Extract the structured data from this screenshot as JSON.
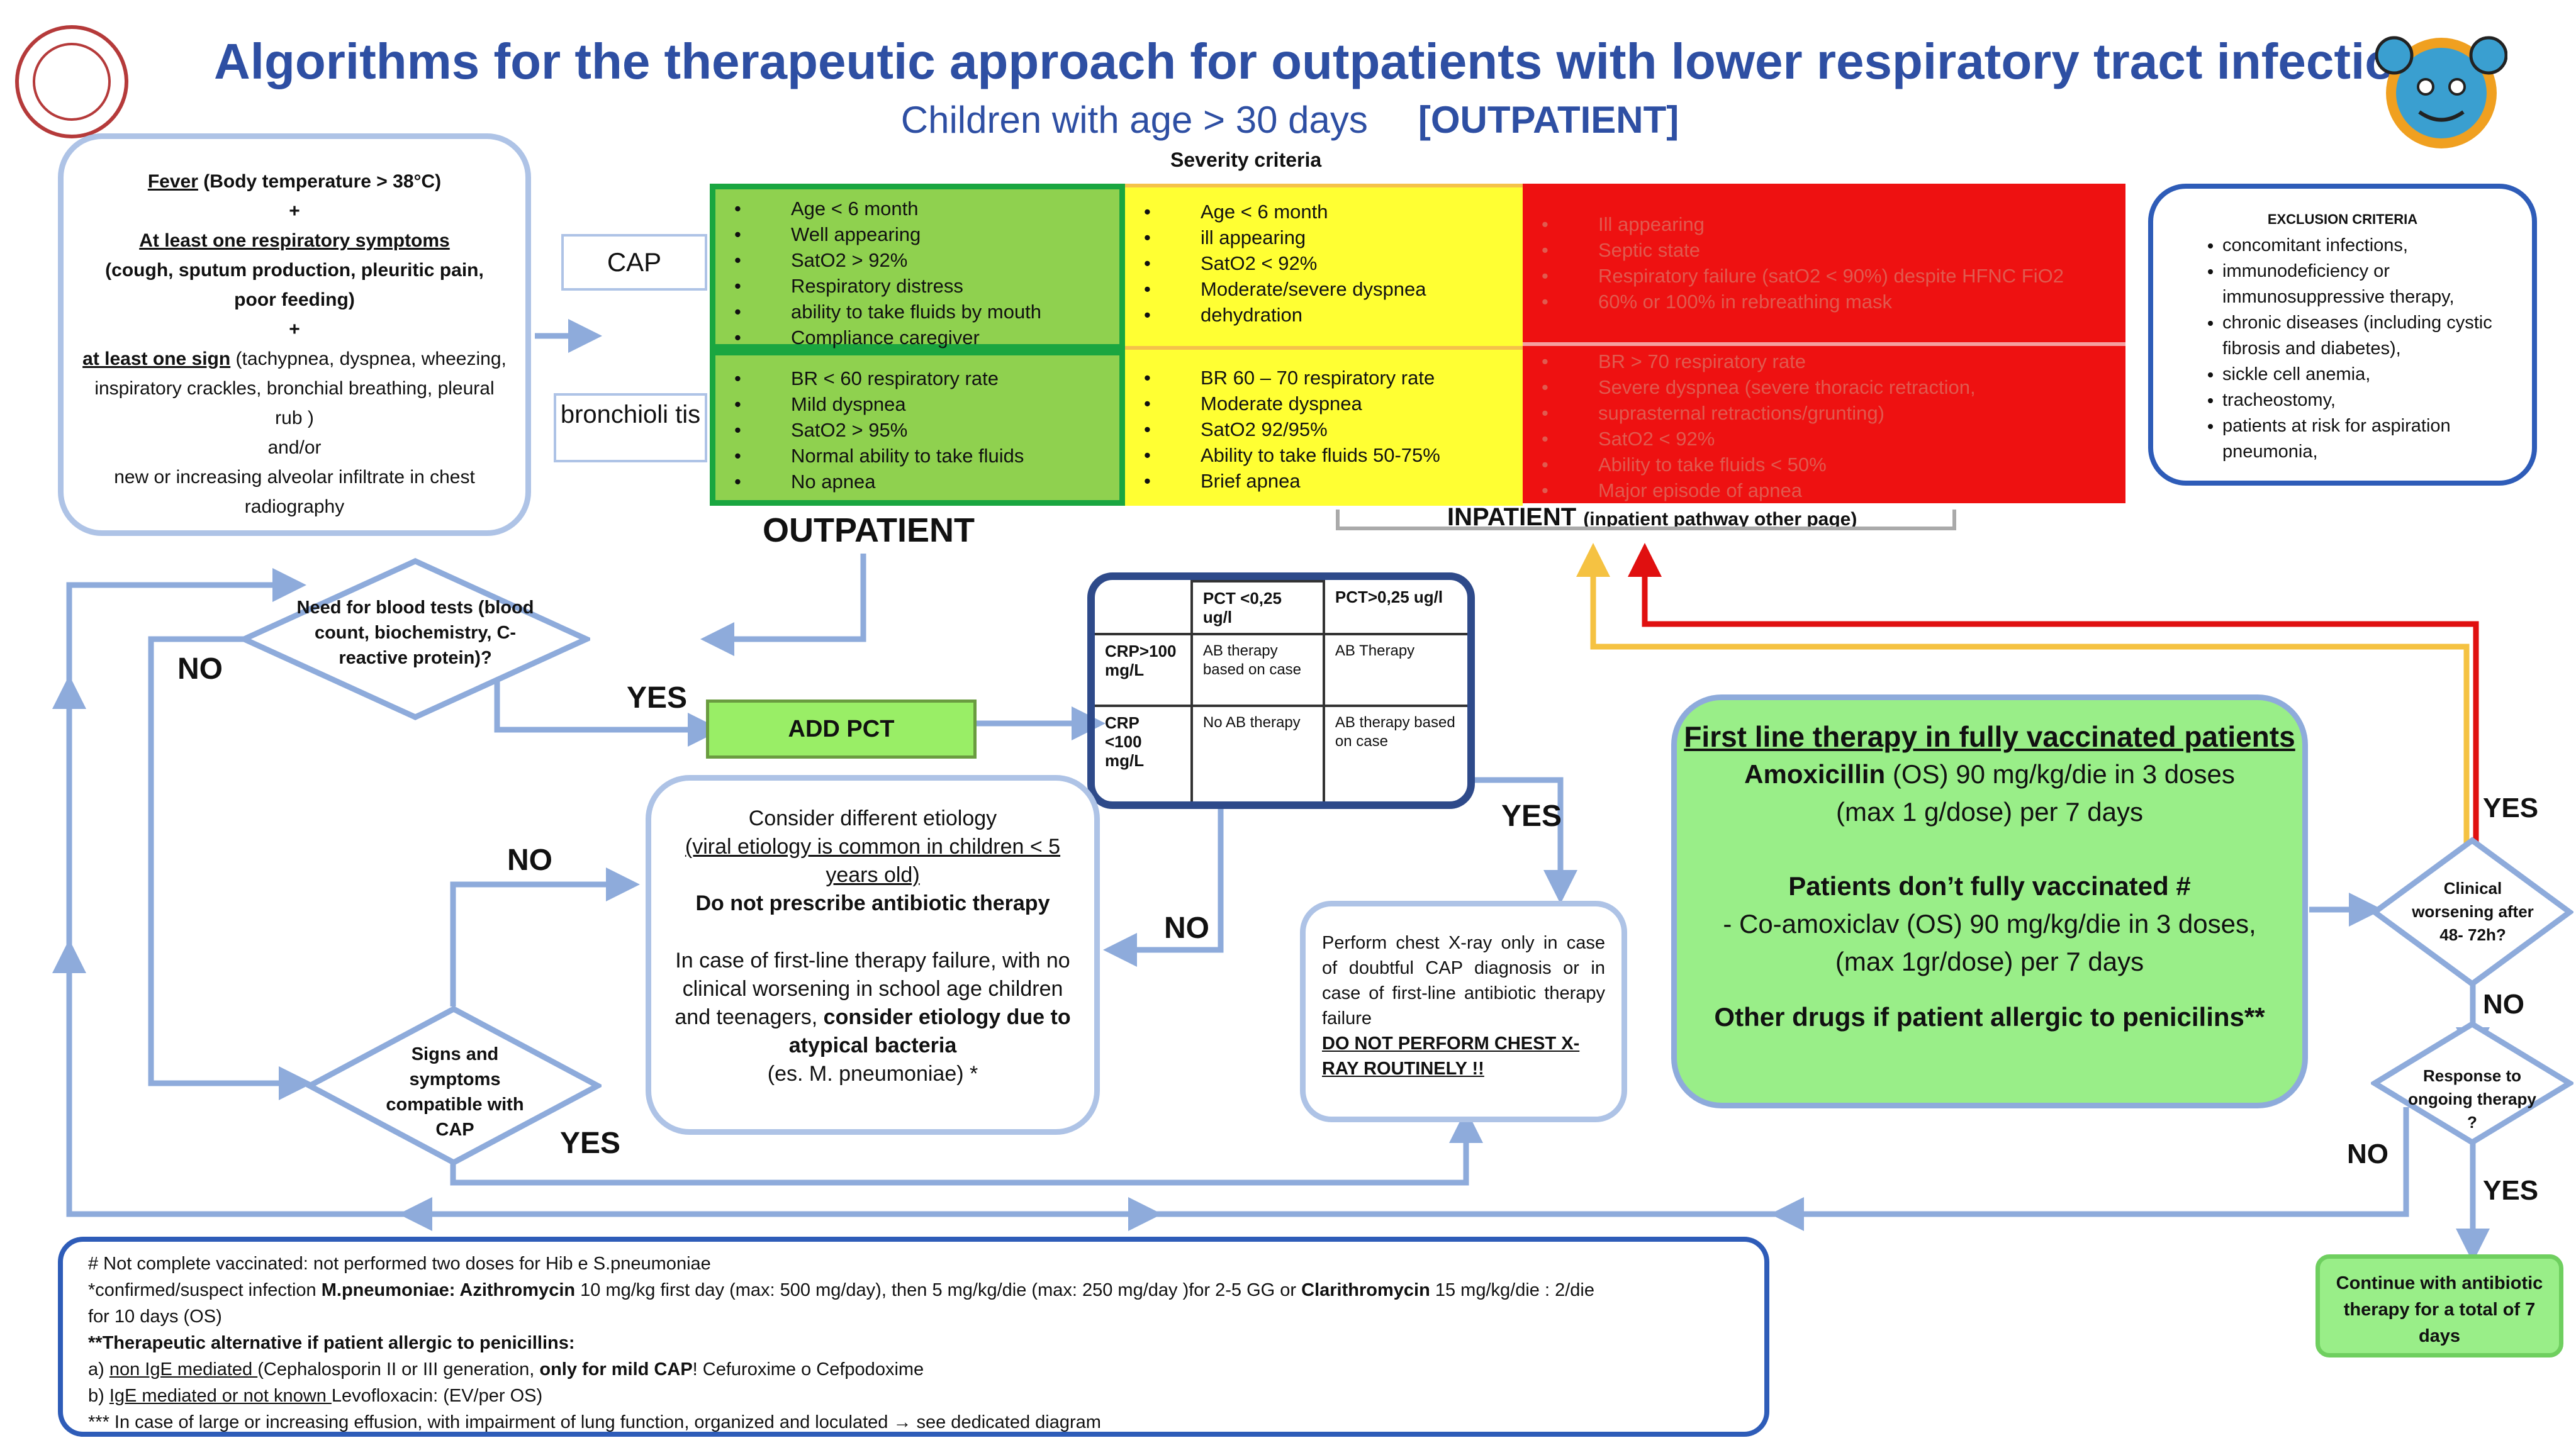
{
  "header": {
    "title": "Algorithms for the therapeutic approach for outpatients with lower respiratory tract infections",
    "subtitle": "Children with age > 30 days",
    "subtitle_tag": "[OUTPATIENT]"
  },
  "criteria_box": {
    "fever_word": "Fever",
    "fever_rest": " (Body temperature > 38°C)",
    "plus1": "+",
    "resp_head": "At least one respiratory symptoms",
    "resp_list": "(cough, sputum production, pleuritic pain, poor feeding)",
    "plus2": "+",
    "sign_head": "at least one sign",
    "sign_rest": " (tachypnea, dyspnea, wheezing, inspiratory crackles, bronchial breathing, pleural rub )",
    "and_or": "and/or",
    "infiltrate": "new or increasing alveolar infiltrate in chest radiography"
  },
  "labels": {
    "cap": "CAP",
    "bronchiolitis": "bronchioli tis",
    "severity": "Severity criteria",
    "outpatient": "OUTPATIENT",
    "inpatient": "INPATIENT",
    "inpatient_note": "(inpatient pathway other page)"
  },
  "severity": {
    "green_cap": [
      "Age < 6 month",
      "Well appearing",
      "SatO2 > 92%",
      "Respiratory distress",
      "ability to take fluids by mouth",
      "Compliance caregiver"
    ],
    "yellow_cap": [
      "Age < 6 month",
      "ill appearing",
      "SatO2 < 92%",
      "Moderate/severe dyspnea",
      "dehydration"
    ],
    "red_cap": [
      "Ill appearing",
      "Septic state",
      "Respiratory failure (satO2 < 90%) despite HFNC FiO2",
      "60% or 100% in rebreathing mask"
    ],
    "green_bronch": [
      "BR < 60 respiratory rate",
      "Mild dyspnea",
      "SatO2 > 95%",
      "Normal ability to take fluids",
      "No apnea"
    ],
    "yellow_bronch": [
      "BR  60 – 70 respiratory rate",
      "Moderate dyspnea",
      "SatO2 92/95%",
      "Ability to take fluids 50-75%",
      "Brief apnea"
    ],
    "red_bronch": [
      "BR  > 70 respiratory rate",
      "Severe dyspnea (severe thoracic retraction,",
      "suprasternal retractions/grunting)",
      "SatO2 < 92%",
      "Ability to take fluids < 50%",
      "Major episode of apnea"
    ]
  },
  "exclusion": {
    "title": "EXCLUSION CRITERIA",
    "items": [
      "concomitant infections,",
      "immunodeficiency or immunosuppressive therapy,",
      "chronic diseases (including cystic fibrosis and diabetes),",
      "sickle cell anemia,",
      "tracheostomy,",
      "patients at risk for aspiration pneumonia,"
    ]
  },
  "flow": {
    "blood_tests": "Need for blood tests (blood count, biochemistry, C-reactive protein)?",
    "add_pct": "ADD PCT",
    "signs": "Signs and symptoms compatible with CAP",
    "no": "NO",
    "yes": "YES",
    "etiology_title": "Consider different etiology",
    "etiology_viral": "(viral etiology is common in children < 5 years old)",
    "etiology_noab": "Do not prescribe antibiotic therapy",
    "etiology_fail_a": "In case of first-line therapy failure, with no clinical worsening in school age children and teenagers, ",
    "etiology_fail_b": "consider etiology due to atypical bacteria",
    "etiology_es": "(es. M. pneumoniae) *",
    "xray_text": "Perform chest X-ray only in case of doubtful CAP diagnosis or in case of first-line antibiotic therapy failure",
    "xray_warn": "DO NOT PERFORM CHEST X-RAY ROUTINELY !!",
    "worsening": "Clinical worsening after 48- 72h?",
    "response": "Response to ongoing therapy ?",
    "continue": "Continue with antibiotic therapy for a total of 7 days"
  },
  "pct_table": {
    "col1": "PCT <0,25 ug/l",
    "col2": "PCT>0,25 ug/l",
    "row1": "CRP>100 mg/L",
    "row2": "CRP <100 mg/L",
    "r1c1": "AB therapy based on case",
    "r1c2": "AB Therapy",
    "r2c1": "No AB therapy",
    "r2c2": "AB therapy based on case"
  },
  "therapy": {
    "title": "First line therapy in fully vaccinated patients",
    "amox_drug": "Amoxicillin",
    "amox_dose": " (OS) 90 mg/kg/die in 3 doses",
    "amox_max": "(max 1 g/dose) per 7 days",
    "not_vacc": "Patients don’t fully vaccinated #",
    "coamox": "-  Co-amoxiclav (OS) 90 mg/kg/die in 3 doses,",
    "coamox_max": "(max 1gr/dose) per 7 days",
    "allergy": "Other drugs if patient allergic to penicilins**"
  },
  "footnotes": {
    "l1": "# Not complete vaccinated: not performed two doses for Hib e S.pneumoniae",
    "l2a": "*confirmed/suspect infection  ",
    "l2b": "M.pneumoniae: Azithromycin",
    "l2c": " 10 mg/kg first day (max: 500 mg/day), then 5 mg/kg/die (max: 250 mg/day )for 2-5 GG or ",
    "l2d": "Clarithromycin",
    "l2e": " 15 mg/kg/die : 2/die",
    "l3": "for 10 days (OS)",
    "l4": "**Therapeutic alternative if patient allergic to penicillins:",
    "l5a": "a) ",
    "l5b": "non IgE mediated ",
    "l5c": " (Cephalosporin II or III generation, ",
    "l5d": "only for mild CAP",
    "l5e": "! Cefuroxime  o Cefpodoxime",
    "l6a": "b) ",
    "l6b": "IgE mediated  or not known ",
    "l6c": "Levofloxacin: (EV/per OS)",
    "l7": "*** In case of large or increasing effusion, with impairment of lung function, organized and loculated → see dedicated diagram"
  },
  "colors": {
    "green": "#8fd14f",
    "yellow": "#ffff33",
    "red": "#ee1111",
    "blue": "#8eabdb",
    "light_green": "#99ee88",
    "arrow_yellow": "#f5c242",
    "arrow_red": "#e01010"
  }
}
